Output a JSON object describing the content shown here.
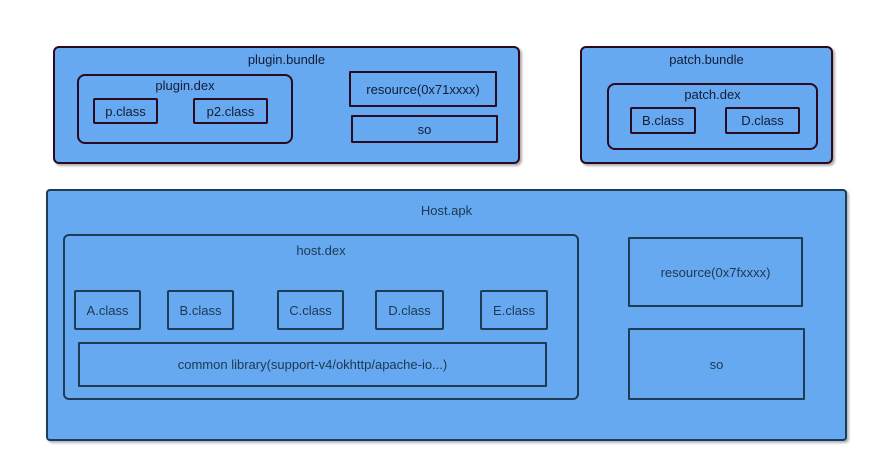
{
  "colors": {
    "canvas_bg": "#ffffff",
    "box_fill": "#66a9f1",
    "bundle_border": "#2a0a1f",
    "host_border": "#1d3c55",
    "bundle_text": "#131c35",
    "host_text": "#1d3850"
  },
  "plugin_bundle": {
    "title": "plugin.bundle",
    "dex": {
      "title": "plugin.dex",
      "classes": [
        "p.class",
        "p2.class"
      ]
    },
    "resource_label": "resource(0x71xxxx)",
    "so_label": "so"
  },
  "patch_bundle": {
    "title": "patch.bundle",
    "dex": {
      "title": "patch.dex",
      "classes": [
        "B.class",
        "D.class"
      ]
    }
  },
  "host_apk": {
    "title": "Host.apk",
    "dex": {
      "title": "host.dex",
      "classes": [
        "A.class",
        "B.class",
        "C.class",
        "D.class",
        "E.class"
      ],
      "common_label": "common library(support-v4/okhttp/apache-io...)"
    },
    "resource_label": "resource(0x7fxxxx)",
    "so_label": "so"
  }
}
